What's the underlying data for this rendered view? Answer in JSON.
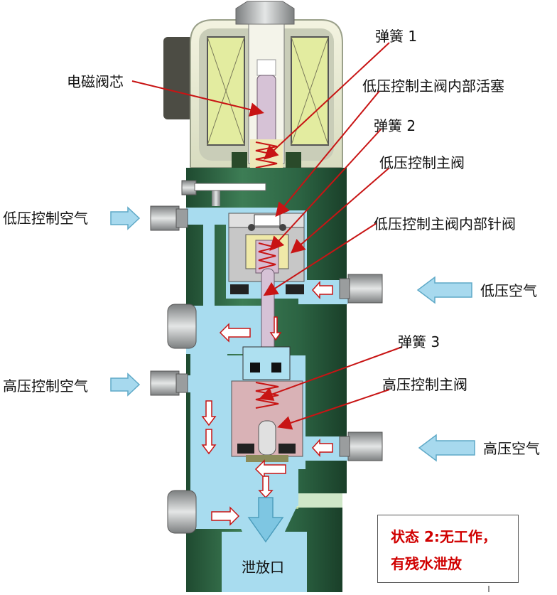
{
  "labels": {
    "spring1": "弹簧 1",
    "solenoid_core": "电磁阀芯",
    "lp_piston": "低压控制主阀内部活塞",
    "spring2": "弹簧 2",
    "lp_main_valve": "低压控制主阀",
    "lp_control_air": "低压控制空气",
    "lp_needle_valve": "低压控制主阀内部针阀",
    "lp_air": "低压空气",
    "spring3": "弹簧 3",
    "hp_control_air": "高压控制空气",
    "hp_main_valve": "高压控制主阀",
    "hp_air": "高压空气",
    "outlet": "泄放口"
  },
  "status": {
    "line1": "状态 2:无工作，",
    "line2": "有残水泄放"
  },
  "colors": {
    "body_green": "#2f6e46",
    "body_green_dark": "#1f4f32",
    "flow_blue": "#a8dcef",
    "leader_red": "#c81414",
    "arrow_blue": "#7cc4df",
    "coil_yellow": "#e9f0a8",
    "chamber_pink": "#d7b3b8",
    "fitting_gray": "#b9bcbd"
  }
}
